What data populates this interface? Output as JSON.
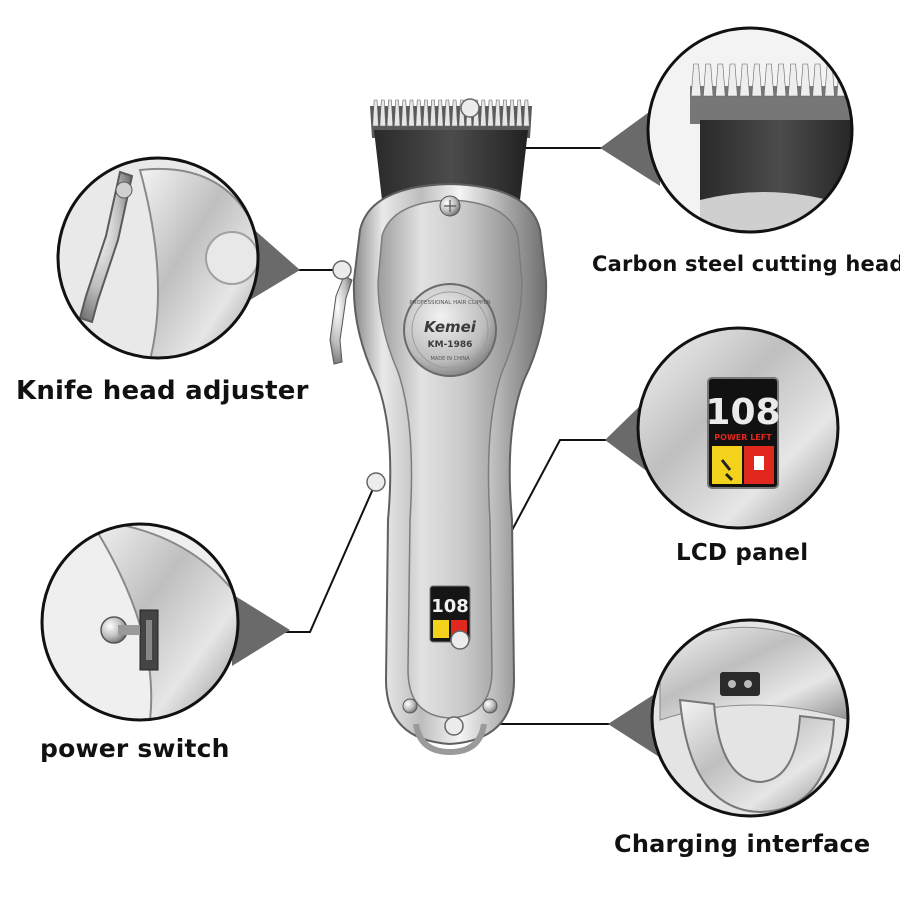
{
  "callouts": {
    "knife_head_adjuster": "Knife head adjuster",
    "carbon_steel_cutting_head": "Carbon steel cutting head",
    "lcd_panel": "LCD panel",
    "power_switch": "power switch",
    "charging_interface": "Charging interface"
  },
  "product": {
    "brand": "Kemei",
    "model": "KM-1986",
    "badge_top": "PROFESSIONAL HAIR CLIPPER",
    "badge_bottom": "MADE IN CHINA",
    "display_digits": "108",
    "display_caption": "POWER LEFT"
  },
  "colors": {
    "metal_light": "#f1f1f1",
    "metal_mid": "#b8b8b8",
    "metal_dark": "#6b6b6b",
    "leader_line": "#111111",
    "lcd_yellow": "#f2d21b",
    "lcd_red": "#e0281f"
  }
}
